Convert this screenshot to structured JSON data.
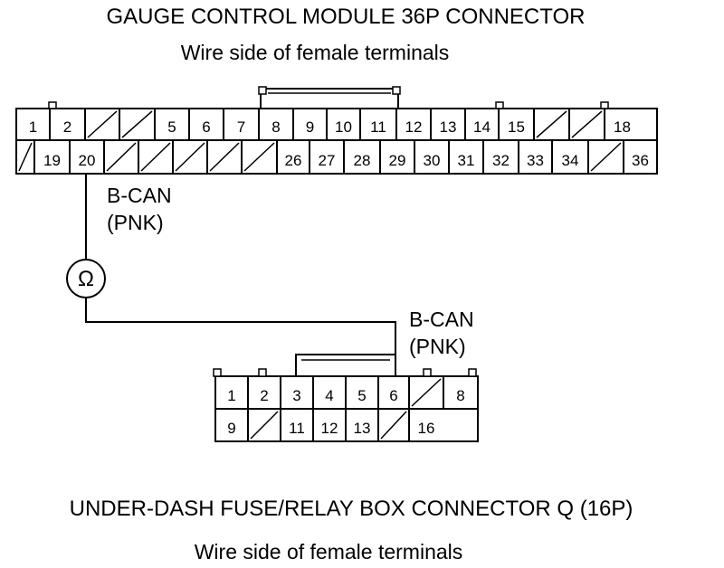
{
  "top_connector": {
    "title": "GAUGE CONTROL MODULE 36P CONNECTOR",
    "subtitle": "Wire side of female terminals",
    "row1": [
      "1",
      "2",
      "",
      "",
      "5",
      "6",
      "7",
      "8",
      "9",
      "10",
      "11",
      "12",
      "13",
      "14",
      "15",
      "",
      "",
      "18"
    ],
    "row2": [
      "",
      "19",
      "20",
      "",
      "",
      "",
      "",
      "",
      "26",
      "27",
      "28",
      "29",
      "30",
      "31",
      "32",
      "33",
      "34",
      "",
      "36"
    ]
  },
  "wire": {
    "top_label_1": "B-CAN",
    "top_label_2": "(PNK)",
    "meter_symbol": "Ω",
    "bottom_label_1": "B-CAN",
    "bottom_label_2": "(PNK)"
  },
  "bottom_connector": {
    "row1": [
      "1",
      "2",
      "3",
      "4",
      "5",
      "6",
      "",
      "8"
    ],
    "row2": [
      "9",
      "",
      "11",
      "12",
      "13",
      "",
      "16"
    ],
    "title": "UNDER-DASH FUSE/RELAY BOX CONNECTOR Q (16P)",
    "subtitle": "Wire side of female terminals"
  }
}
